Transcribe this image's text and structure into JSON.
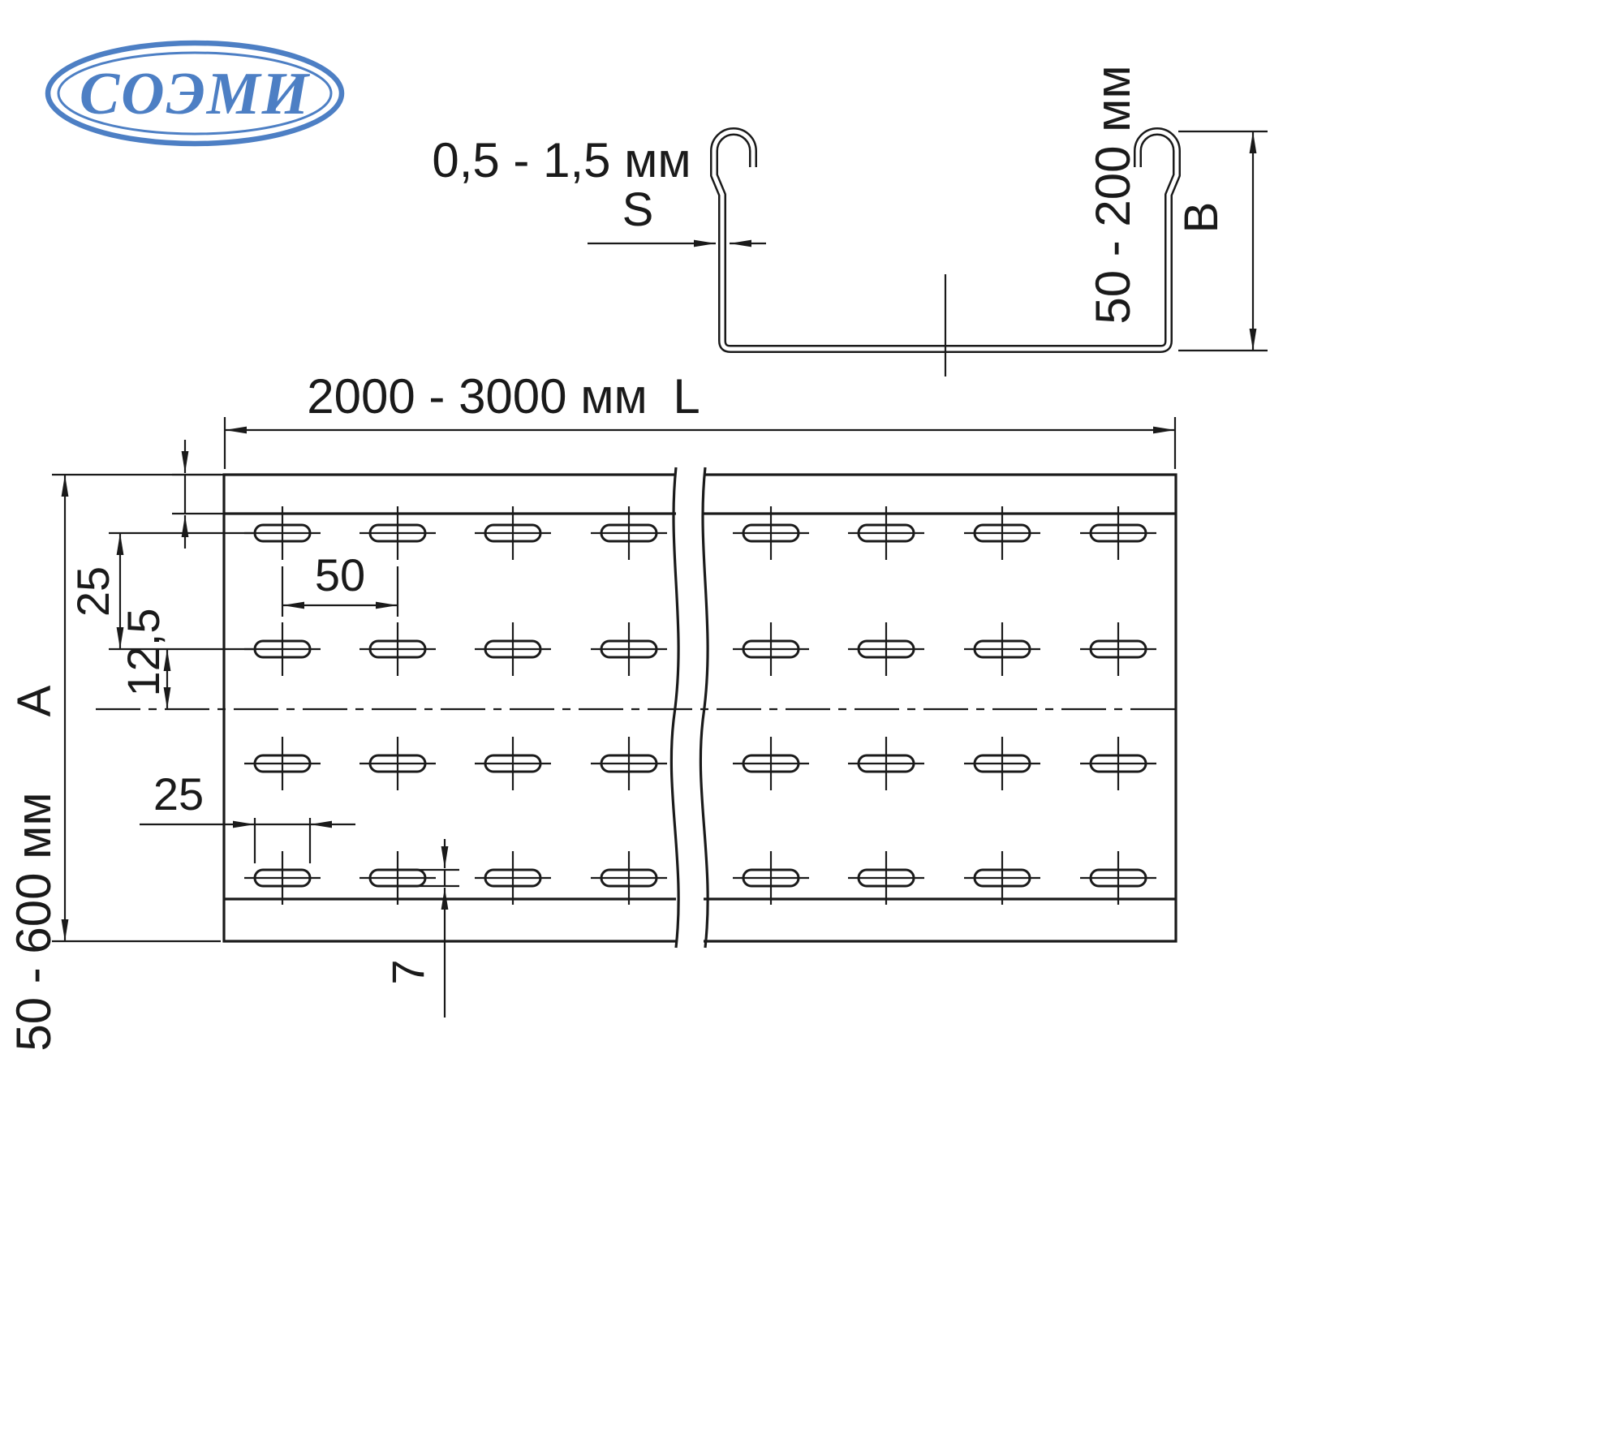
{
  "meta": {
    "background": "#ffffff",
    "ink_color": "#1a1a1a",
    "brand_color": "#4d7fc4"
  },
  "logo": {
    "text": "СОЭМИ"
  },
  "profile_view": {
    "thickness_range": "0,5 - 1,5 мм",
    "thickness_symbol": "S",
    "height_range": "50 - 200 мм",
    "height_symbol": "B"
  },
  "plan_view": {
    "length_range": "2000 - 3000 мм",
    "length_symbol": "L",
    "width_range": "50 - 600 мм",
    "width_symbol": "A",
    "row_pitch": "25",
    "row_offset": "12,5",
    "slot_pitch": "50",
    "slot_length": "25",
    "slot_width": "7"
  }
}
